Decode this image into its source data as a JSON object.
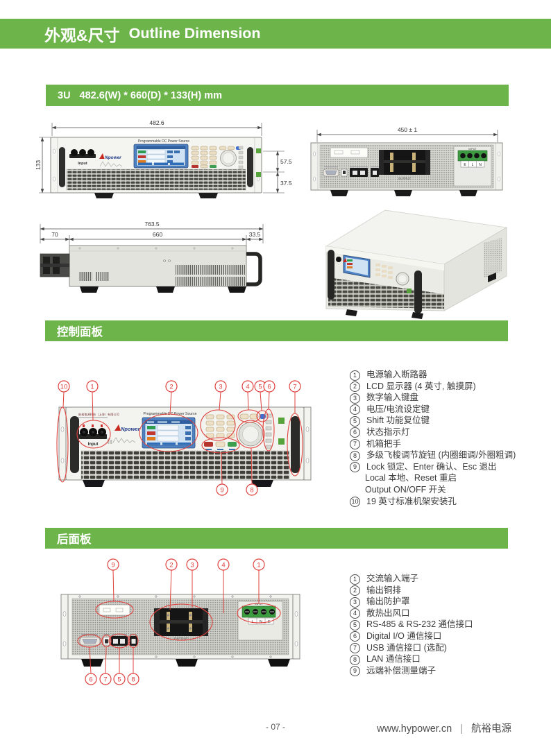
{
  "colors": {
    "green": "#6db54a",
    "red": "#e0413d"
  },
  "header": {
    "title_zh": "外观&尺寸",
    "title_en": "Outline Dimension"
  },
  "size_bar": {
    "label": "3U",
    "value": "482.6(W) * 660(D) * 133(H) mm"
  },
  "front_view": {
    "dim_width": "482.6",
    "dim_height": "133",
    "dim_upper": "57.5",
    "dim_lower": "37.5",
    "panel_title": "Programmable DC Power Source",
    "input_label": "Input",
    "logo": "Npower"
  },
  "rear_view": {
    "dim_width": "450 ± 1",
    "output_label": "OUTPUT",
    "input_label": "INPUT",
    "l": "L",
    "n": "N",
    "e": "E"
  },
  "side_view": {
    "dim_total": "763.5",
    "dim_rear": "70",
    "dim_body": "660",
    "dim_front": "33.5"
  },
  "control_panel": {
    "section_title": "控制面板",
    "panel_title": "Programmable DC Power Source",
    "company": "航裕电源科技（上海）有限公司",
    "input_label": "Input",
    "logo": "Npower",
    "callouts_top": [
      "10",
      "1",
      "2",
      "3",
      "4",
      "5",
      "6",
      "7"
    ],
    "callouts_bottom": [
      "9",
      "8"
    ],
    "legend": [
      {
        "no": "1",
        "text": "电源输入断路器"
      },
      {
        "no": "2",
        "text": "LCD 显示器 (4 英寸, 触摸屏)"
      },
      {
        "no": "3",
        "text": "数字输入键盘"
      },
      {
        "no": "4",
        "text": "电压/电流设定键"
      },
      {
        "no": "5",
        "text": "Shift 功能复位键"
      },
      {
        "no": "6",
        "text": "状态指示灯"
      },
      {
        "no": "7",
        "text": "机箱把手"
      },
      {
        "no": "8",
        "text": "多级飞梭调节旋钮 (内圈细调/外圈粗调)"
      },
      {
        "no": "9",
        "text": "Lock 锁定、Enter 确认、Esc 退出"
      },
      {
        "no": "",
        "text": "Local 本地、Reset 重启"
      },
      {
        "no": "",
        "text": "Output ON/OFF 开关"
      },
      {
        "no": "10",
        "text": "19 英寸标准机架安装孔"
      }
    ]
  },
  "rear_panel": {
    "section_title": "后面板",
    "output_label": "OUTPUT",
    "input_label": "INPUT",
    "l": "L",
    "n": "N",
    "e": "E",
    "callouts_top": [
      "9",
      "2",
      "3",
      "4",
      "1"
    ],
    "callouts_bottom": [
      "6",
      "7",
      "5",
      "8"
    ],
    "legend": [
      {
        "no": "1",
        "text": "交流输入端子"
      },
      {
        "no": "2",
        "text": "输出铜排"
      },
      {
        "no": "3",
        "text": "输出防护罩"
      },
      {
        "no": "4",
        "text": "散热出风口"
      },
      {
        "no": "5",
        "text": "RS-485 & RS-232 通信接口"
      },
      {
        "no": "6",
        "text": "Digital I/O 通信接口"
      },
      {
        "no": "7",
        "text": "USB 通信接口 (选配)"
      },
      {
        "no": "8",
        "text": "LAN 通信接口"
      },
      {
        "no": "9",
        "text": "远端补偿测量端子"
      }
    ]
  },
  "footer": {
    "page": "- 07 -",
    "site": "www.hypower.cn",
    "sep": "|",
    "brand": "航裕电源"
  }
}
